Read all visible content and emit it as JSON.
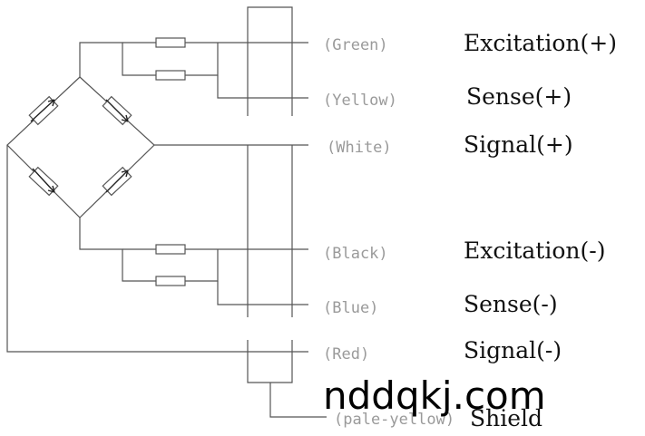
{
  "wires": [
    {
      "color": "(Green)",
      "function": "Excitation(+)"
    },
    {
      "color": "(Yellow)",
      "function": "Sense(+)"
    },
    {
      "color": "(White)",
      "function": "Signal(+)"
    },
    {
      "color": "(Black)",
      "function": "Excitation(-)"
    },
    {
      "color": "(Blue)",
      "function": "Sense(-)"
    },
    {
      "color": "(Red)",
      "function": "Signal(-)"
    },
    {
      "color": "(pale-yellow)",
      "function": "Shield"
    }
  ],
  "watermark": "nddqkj.com"
}
